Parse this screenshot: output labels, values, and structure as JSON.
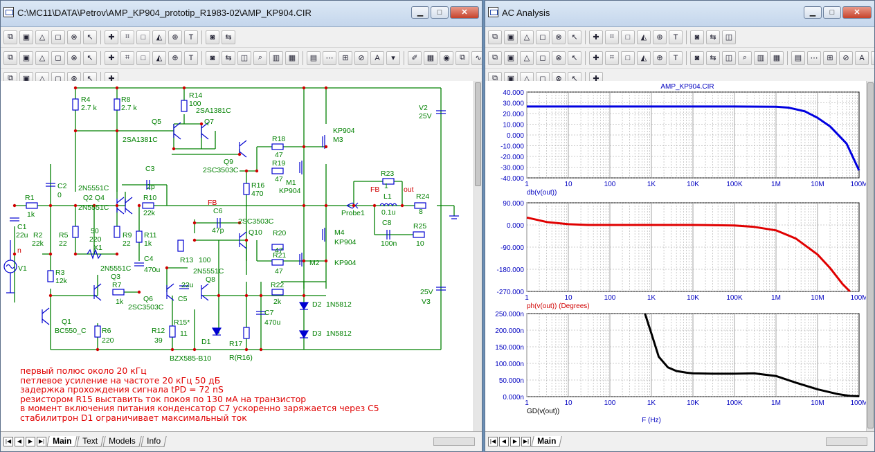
{
  "schematic": {
    "title": "C:\\MC11\\DATA\\Petrov\\AMP_KP904_prototip_R1983-02\\AMP_KP904.CIR",
    "tabs": [
      "Main",
      "Text",
      "Models",
      "Info"
    ],
    "labels": {
      "r4": "R4",
      "r4v": "2.7 k",
      "r8": "R8",
      "r8v": "2.7 k",
      "r14": "R14",
      "r14v": "100",
      "q7t": "2SA1381C",
      "q5": "Q5",
      "q7": "Q7",
      "q5t": "2SA1381C",
      "v2": "V2",
      "v2v": "25V",
      "q9": "Q9",
      "q9t": "2SC3503C",
      "r18": "R18",
      "r18v": "47",
      "r19": "R19",
      "r19v": "47",
      "m3t": "KP904",
      "m3": "M3",
      "c3": "C3",
      "c3v": "2p",
      "c2": "C2",
      "c2v": "0",
      "q2t": "2N5551C",
      "q2": "Q2 Q4",
      "q4t": "2N5551C",
      "r10": "R10",
      "r10v": "22k",
      "fb": "FB",
      "r16": "R16",
      "r16v": "470",
      "m1": "M1",
      "m1t": "KP904",
      "r23": "R23",
      "r23v": "1",
      "fb2": "FB",
      "out": "out",
      "l1": "L1",
      "l1v": "0.1u",
      "r24": "R24",
      "r24v": "8",
      "probe": "Probe1",
      "c8": "C8",
      "c8v": "100n",
      "r25": "R25",
      "r25v": "10",
      "r1": "R1",
      "r1v": "1k",
      "c1": "C1",
      "c1v": "22u",
      "r2": "R2",
      "r2v": "22k",
      "r5": "R5",
      "r5v": "22",
      "x50": "50",
      "x220": "220",
      "x1": "X1",
      "r9": "R9",
      "r9v": "22",
      "r11": "R11",
      "r11v": "1k",
      "c6": "C6",
      "c6v": "47p",
      "q10t": "2SC3503C",
      "q10": "Q10",
      "m4": "M4",
      "m4t": "KP904",
      "r20": "R20",
      "r20v": "47",
      "r21": "R21",
      "r21v": "47",
      "m2": "M2",
      "m2t": "KP904",
      "v1": "V1",
      "r3": "R3",
      "r3v": "12k",
      "c4": "C4",
      "c4v": "470u",
      "q3t": "2N5551C",
      "q3": "Q3",
      "r13": "R13",
      "r13v": "100",
      "q8t": "2N5551C",
      "q8": "Q8",
      "r7": "R7",
      "r7v": "1k",
      "q6": "Q6",
      "q6t": "2SC3503C",
      "c5v": "22u",
      "c5": "C5",
      "r22": "R22",
      "r22v": "2k",
      "d2": "D2",
      "d2t": "1N5812",
      "v3v": "25V",
      "v3": "V3",
      "q1": "Q1",
      "q1t": "BC550_C",
      "r6": "R6",
      "r6v": "220",
      "r12": "R12",
      "r12v": "39",
      "r15": "R15*",
      "r15v": "11",
      "d1": "D1",
      "c7": "C7",
      "c7v": "470u",
      "d3": "D3",
      "d3t": "1N5812",
      "r17": "R17",
      "r17v": "R(R16)",
      "bzx": "BZX585-B10",
      "n": "n"
    },
    "notes": [
      "первый полюс около 20 кГц",
      "петлевое усиление на частоте 20 кГц 50 дБ",
      "задержка прохождения сигнала tPD = 72 nS",
      "резистором R15 выставить ток покоя по 130 мА на транзистор",
      "в момент включения питания конденсатор С7 ускоренно заряжается через С5",
      "стабилитрон D1 ограничивает максимальный ток"
    ]
  },
  "analysis": {
    "title": "AC Analysis",
    "tabs": [
      "Main"
    ],
    "plot_title": "AMP_KP904.CIR",
    "xlabel": "F (Hz)"
  },
  "chart_data": [
    {
      "type": "line",
      "xscale": "log",
      "xlim": [
        1,
        100000000
      ],
      "ylim": [
        -40,
        40
      ],
      "x_ticks": [
        "1",
        "10",
        "100",
        "1K",
        "10K",
        "100K",
        "1M",
        "10M",
        "100M"
      ],
      "y_ticks": [
        "40.000",
        "30.000",
        "20.000",
        "10.000",
        "0.000",
        "-10.000",
        "-20.000",
        "-30.000",
        "-40.000"
      ],
      "ylabel": "db(v(out))",
      "color": "#0000e0",
      "x": [
        1,
        10,
        100,
        1000,
        10000,
        100000,
        1000000,
        2000000,
        5000000,
        10000000,
        20000000,
        50000000,
        100000000
      ],
      "y": [
        26.5,
        26.5,
        26.5,
        26.5,
        26.5,
        26.5,
        26.3,
        25.5,
        22,
        16,
        8,
        -8,
        -33
      ]
    },
    {
      "type": "line",
      "xscale": "log",
      "xlim": [
        1,
        100000000
      ],
      "ylim": [
        -270,
        90
      ],
      "x_ticks": [
        "1",
        "10",
        "100",
        "1K",
        "10K",
        "100K",
        "1M",
        "10M",
        "100M"
      ],
      "y_ticks": [
        "90.000",
        "0.000",
        "-90.000",
        "-180.000",
        "-270.000"
      ],
      "ylabel": "ph(v(out)) (Degrees)",
      "color": "#e00000",
      "x": [
        1,
        3,
        10,
        30,
        100,
        1000,
        10000,
        100000,
        300000,
        1000000,
        3000000,
        10000000,
        20000000,
        40000000,
        60000000
      ],
      "y": [
        30,
        12,
        3,
        0,
        0,
        0,
        0,
        -2,
        -8,
        -22,
        -55,
        -120,
        -175,
        -240,
        -275
      ]
    },
    {
      "type": "line",
      "xscale": "log",
      "xlim": [
        1,
        100000000
      ],
      "ylim": [
        0,
        250
      ],
      "x_ticks": [
        "1",
        "10",
        "100",
        "1K",
        "10K",
        "100K",
        "1M",
        "10M",
        "100M"
      ],
      "y_ticks": [
        "250.000n",
        "200.000n",
        "150.000n",
        "100.000n",
        "50.000n",
        "0.000n"
      ],
      "ylabel": "GD(v(out))",
      "color": "#000000",
      "x": [
        700,
        1000,
        1500,
        2500,
        4000,
        7000,
        10000,
        30000,
        100000,
        300000,
        1000000,
        3000000,
        10000000,
        30000000,
        60000000,
        100000000
      ],
      "y": [
        250,
        190,
        120,
        88,
        77,
        72,
        70,
        69,
        69,
        70,
        62,
        42,
        22,
        8,
        2,
        1
      ]
    }
  ]
}
